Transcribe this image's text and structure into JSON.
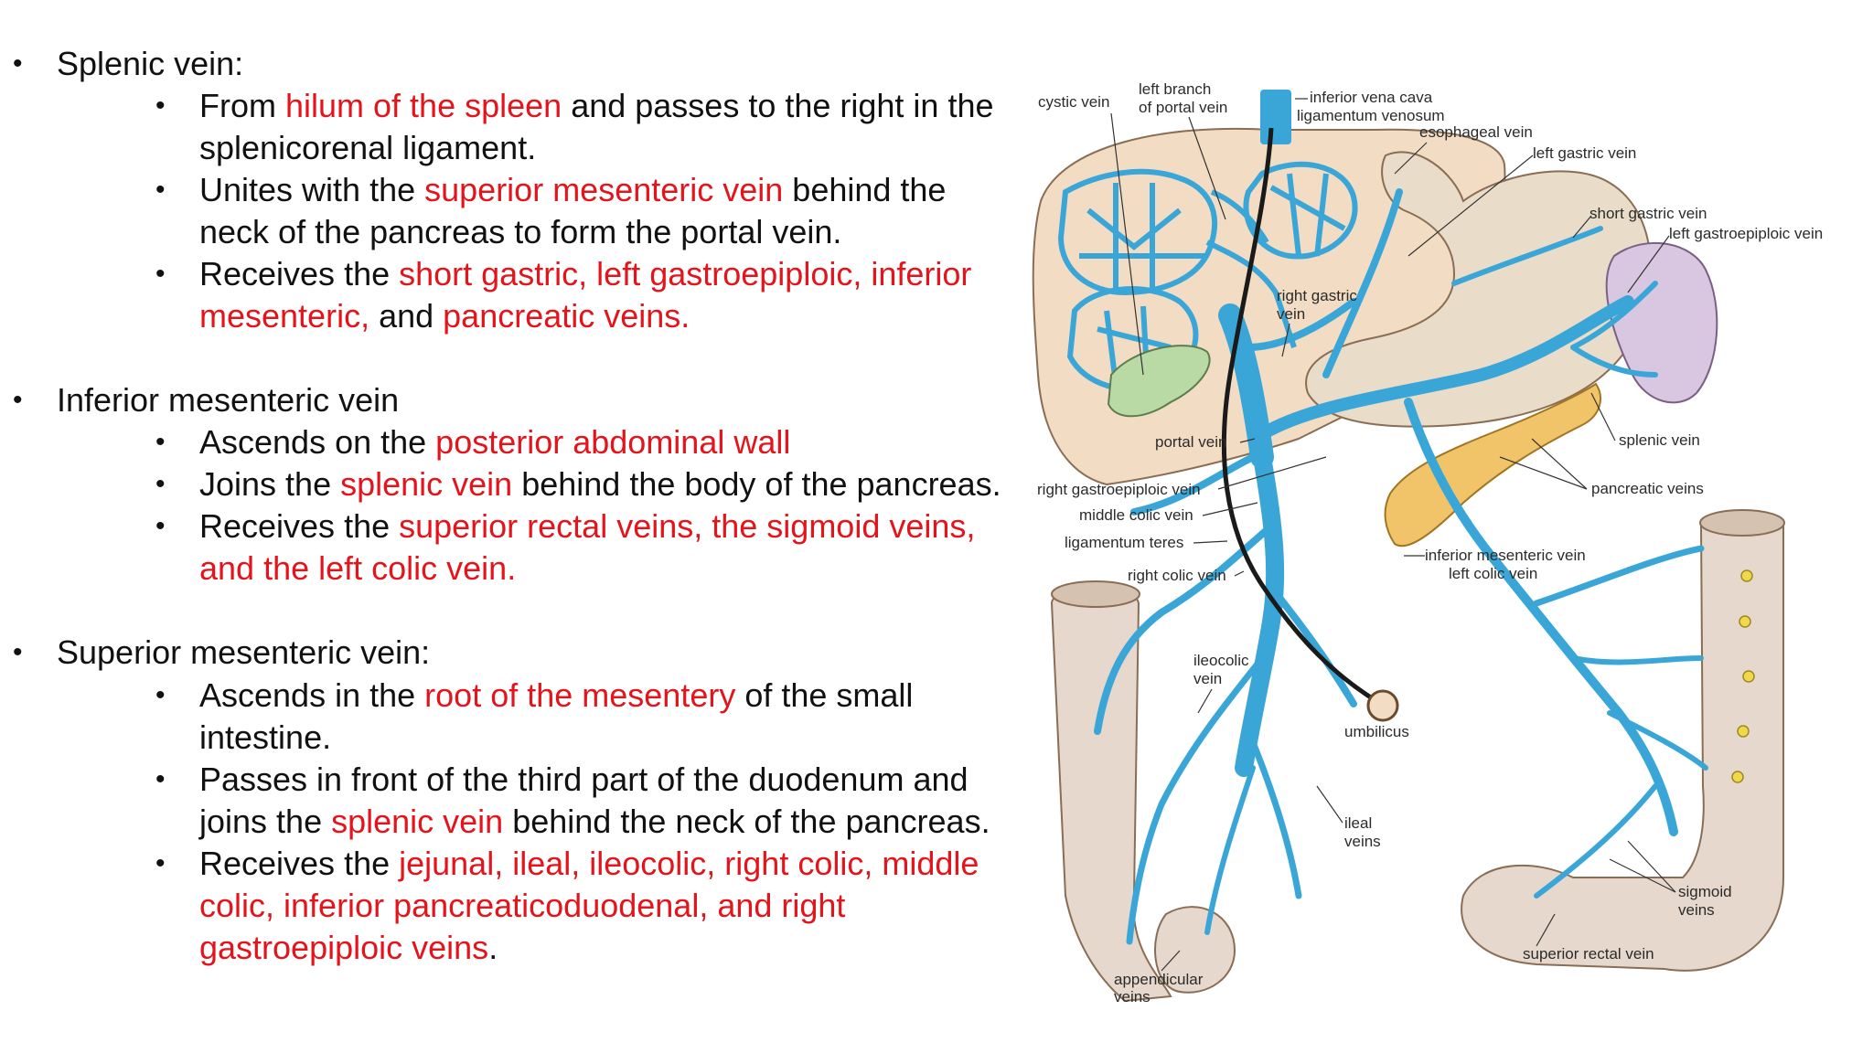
{
  "text": {
    "splenic": {
      "heading": "Splenic  vein:",
      "b1": {
        "p1": "From ",
        "r1": "hilum  of  the spleen",
        "p2": " and passes to the right in the",
        "l2": "splenicorenal ligament."
      },
      "b2": {
        "p1": "Unites with the ",
        "r1": "superior mesenteric vein",
        "p2": " behind the",
        "l2": "neck of  the pancreas to form the portal vein."
      },
      "b3": {
        "p1": "Receives the ",
        "r1": "short gastric,  left gastroepiploic,  inferior",
        "r2": "mesenteric,",
        "p2": "  and ",
        "r3": "pancreatic veins."
      }
    },
    "ima": {
      "heading": "Inferior mesenteric vein",
      "b1": {
        "p1": "Ascends on the ",
        "r1": "posterior abdominal wall"
      },
      "b2": {
        "p1": "Joins the ",
        "r1": "splenic vein",
        "p2": " behind the body of  the pancreas."
      },
      "b3": {
        "p1": "Receives the ",
        "r1": "superior rectal veins,  the sigmoid veins,",
        "r2": "and the left colic vein."
      }
    },
    "sma": {
      "heading": "Superior mesenteric vein:",
      "b1": {
        "p1": "Ascends in the ",
        "r1": "root of  the mesentery",
        "p2": " of  the small",
        "l2": "intestine."
      },
      "b2": {
        "l1": "Passes in front of the third part of  the duodenum and",
        "p1": "joins the ",
        "r1": "splenic vein",
        "p2": " behind the neck of  the pancreas."
      },
      "b3": {
        "p1": "Receives the ",
        "r1": "jejunal,  ileal,  ileocolic,  right colic,  middle",
        "r2": "colic,  inferior pancreaticoduodenal,  and right",
        "r3": "gastroepiploic veins",
        "p2": "."
      }
    }
  },
  "figure": {
    "labels": {
      "cystic": "cystic vein",
      "left_branch_1": "left branch",
      "left_branch_2": "of portal vein",
      "ivc": "inferior vena cava",
      "lig_venosum": "ligamentum venosum",
      "esophageal": "esophageal vein",
      "left_gastric": "left gastric vein",
      "short_gastric": "short gastric vein",
      "left_gastroepiploic": "left gastroepiploic vein",
      "right_gastric_1": "right gastric",
      "right_gastric_2": "vein",
      "portal": "portal vein",
      "splenic": "splenic vein",
      "right_gastroepiploic": "right gastroepiploic vein",
      "pancreatic": "pancreatic veins",
      "middle_colic": "middle colic vein",
      "lig_teres": "ligamentum teres",
      "ima": "inferior mesenteric vein",
      "left_colic": "left colic vein",
      "right_colic": "right colic vein",
      "ileocolic_1": "ileocolic",
      "ileocolic_2": "vein",
      "umbilicus": "umbilicus",
      "ileal_1": "ileal",
      "ileal_2": "veins",
      "sigmoid_1": "sigmoid",
      "sigmoid_2": "veins",
      "superior_rectal": "superior rectal vein",
      "appendicular_1": "appendicular",
      "appendicular_2": "veins"
    },
    "colors": {
      "vein": "#3aa6d8",
      "liver": "#f3dcc4",
      "stomach": "#e9dcc8",
      "spleen": "#d9c6e0",
      "pancreas": "#f2c46a",
      "gallbladder": "#b9d9a5",
      "colon": "#e6d8cc",
      "text_red": "#e3141b"
    }
  }
}
